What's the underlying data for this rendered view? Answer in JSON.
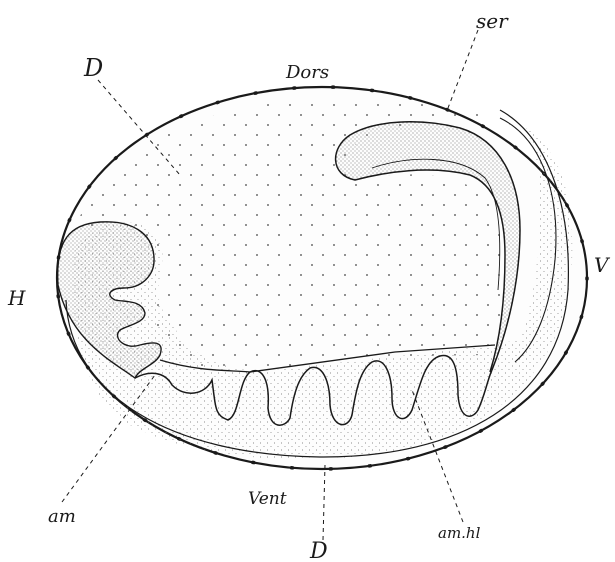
{
  "labels": {
    "D_top": "D",
    "dors": "Dors",
    "ser": "ser",
    "H": "H",
    "V": "V",
    "am": "am",
    "vent": "Vent",
    "D_bottom": "D",
    "amhl": "am.hl"
  },
  "colors": {
    "ink": "#1a1a1a",
    "paper": "#ffffff",
    "stipple": "#555555"
  }
}
